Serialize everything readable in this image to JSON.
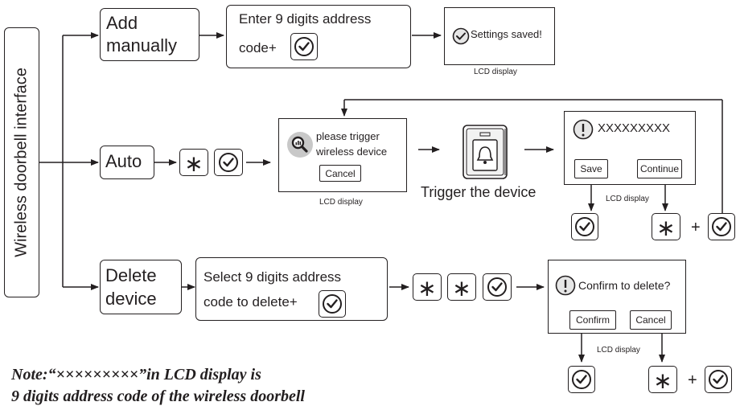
{
  "root_label": "Wireless doorbell interface",
  "add": {
    "label_line1": "Add",
    "label_line2": "manually",
    "step_line1": "Enter 9 digits address",
    "step_line2": "code+",
    "lcd_text": "Settings saved!",
    "lcd_caption": "LCD display"
  },
  "auto": {
    "label": "Auto",
    "lcd_line1": "please trigger",
    "lcd_line2": "wireless device",
    "lcd_button": "Cancel",
    "lcd_caption": "LCD display",
    "trigger_label": "Trigger the device",
    "result_code": "XXXXXXXXX",
    "save_button": "Save",
    "continue_button": "Continue",
    "result_caption": "LCD display",
    "plus": "+"
  },
  "delete": {
    "label_line1": "Delete",
    "label_line2": "device",
    "step_line1": "Select 9 digits address",
    "step_line2": "code to delete+",
    "lcd_text": "Confirm to delete?",
    "confirm_button": "Confirm",
    "cancel_button": "Cancel",
    "lcd_caption": "LCD display",
    "plus": "+"
  },
  "note": {
    "line1": "Note:“×××××××××”in LCD display is",
    "line2": "9 digits address code of the wireless doorbell"
  },
  "icons": {
    "ok_key": "check-circle-icon",
    "star_key": "asterisk-icon",
    "warning": "exclamation-circle-icon",
    "search": "magnifier-icon",
    "doorbell": "doorbell-icon"
  }
}
